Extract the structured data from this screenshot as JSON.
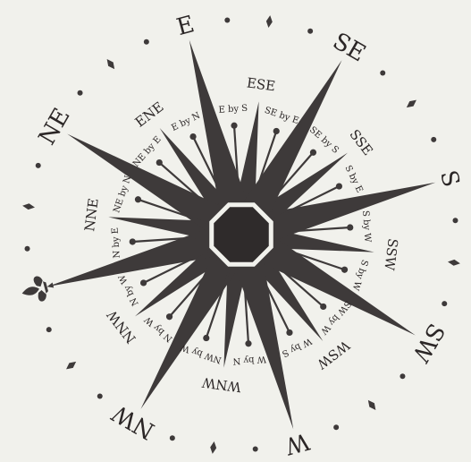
{
  "colors": {
    "background": "#f1f1ec",
    "ink": "#3e3a3a",
    "text": "#2b2626"
  },
  "major_labels": [
    {
      "text": "E",
      "angle": -105
    },
    {
      "text": "SE",
      "angle": -60
    },
    {
      "text": "S",
      "angle": -15
    },
    {
      "text": "SW",
      "angle": 30
    },
    {
      "text": "W",
      "angle": 75
    },
    {
      "text": "NW",
      "angle": 120
    },
    {
      "text": "NE",
      "angle": -150
    }
  ],
  "north_symbol": {
    "icon": "fleur-de-lis-icon",
    "angle": 165
  },
  "mid_labels": [
    {
      "text": "ESE",
      "angle": -82.5
    },
    {
      "text": "SSE",
      "angle": -37.5
    },
    {
      "text": "SSW",
      "angle": 7.5
    },
    {
      "text": "WSW",
      "angle": 52.5
    },
    {
      "text": "WNW",
      "angle": 97.5
    },
    {
      "text": "NNW",
      "angle": 142.5
    },
    {
      "text": "NNE",
      "angle": -172.5
    },
    {
      "text": "ENE",
      "angle": -127.5
    }
  ],
  "by_labels": [
    {
      "text": "E by S",
      "angle": -93.75
    },
    {
      "text": "SE by E",
      "angle": -71.25
    },
    {
      "text": "SE by S",
      "angle": -48.75
    },
    {
      "text": "S by E",
      "angle": -26.25
    },
    {
      "text": "S by W",
      "angle": -3.75
    },
    {
      "text": "S by W",
      "angle": 18.75
    },
    {
      "text": "SW by W",
      "angle": 41.25
    },
    {
      "text": "W by S",
      "angle": 63.75
    },
    {
      "text": "W by N",
      "angle": 86.25
    },
    {
      "text": "NW by W",
      "angle": 108.75
    },
    {
      "text": "N by W",
      "angle": 131.25
    },
    {
      "text": "N by W",
      "angle": 153.75
    },
    {
      "text": "N by E",
      "angle": 176.25
    },
    {
      "text": "NE by N",
      "angle": -161.25
    },
    {
      "text": "NE by E",
      "angle": -138.75
    },
    {
      "text": "E by N",
      "angle": -116.25
    }
  ]
}
